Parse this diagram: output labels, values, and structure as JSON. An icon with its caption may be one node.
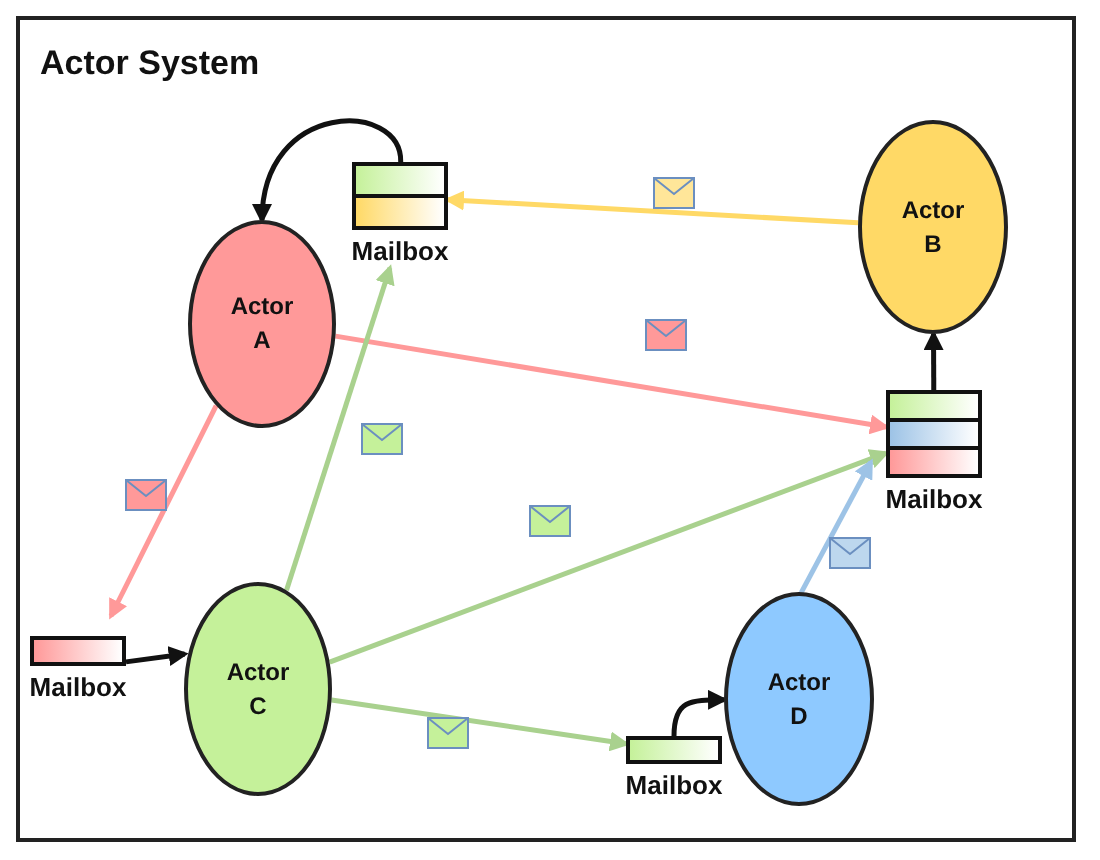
{
  "diagram": {
    "title": "Actor System",
    "nodes": [
      {
        "text": [
          "Actor A"
        ]
      },
      {
        "text": [
          "Mailbox"
        ]
      },
      {
        "text": [
          "Actor B"
        ]
      },
      {
        "text": [
          "Mailbox"
        ]
      },
      {
        "text": [
          "Mailbox"
        ]
      },
      {
        "text": [
          "Actor C"
        ]
      },
      {
        "text": [
          "Actor D"
        ]
      },
      {
        "text": [
          "Mailbox"
        ]
      }
    ],
    "edges": [
      {
        "from": 1,
        "to": 0,
        "arrow": "to"
      },
      {
        "from": 2,
        "to": 1,
        "arrow": "to",
        "color": "#ffd966"
      },
      {
        "from": 0,
        "to": 3,
        "arrow": "to",
        "color": "#ff9999"
      },
      {
        "from": 3,
        "to": 2,
        "arrow": "to"
      },
      {
        "from": 0,
        "to": 4,
        "arrow": "to",
        "color": "#ff9999"
      },
      {
        "from": 4,
        "to": 5,
        "arrow": "to"
      },
      {
        "from": 5,
        "to": 1,
        "arrow": "to",
        "color": "#a9d18e"
      },
      {
        "from": 5,
        "to": 3,
        "arrow": "to",
        "color": "#a9d18e"
      },
      {
        "from": 5,
        "to": 7,
        "arrow": "to",
        "color": "#a9d18e"
      },
      {
        "from": 7,
        "to": 6,
        "arrow": "to"
      },
      {
        "from": 6,
        "to": 3,
        "arrow": "to",
        "color": "#9dc3e6"
      }
    ]
  }
}
